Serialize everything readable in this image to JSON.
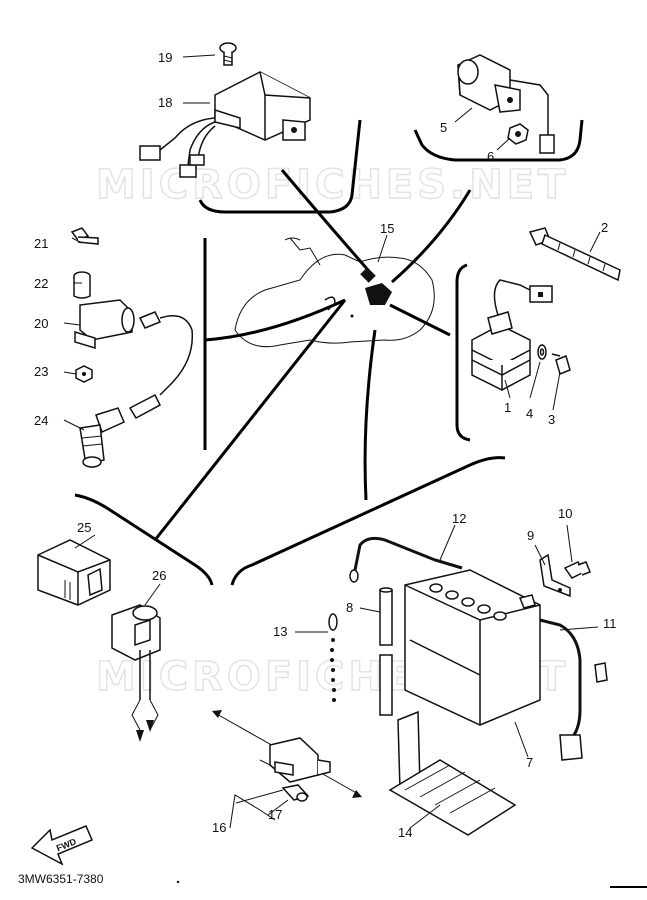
{
  "watermark": "MICROFICHES.NET",
  "diagram_code": "3MW6351-7380",
  "fwd_label": "FWD",
  "parts": [
    {
      "id": "1",
      "icon": "rectifier-regulator-icon"
    },
    {
      "id": "2",
      "icon": "cable-tie-icon"
    },
    {
      "id": "3",
      "icon": "bolt-icon"
    },
    {
      "id": "4",
      "icon": "washer-icon"
    },
    {
      "id": "5",
      "icon": "starter-relay-icon"
    },
    {
      "id": "6",
      "icon": "nut-icon"
    },
    {
      "id": "7",
      "icon": "battery-icon"
    },
    {
      "id": "8",
      "icon": "breather-pipe-icon"
    },
    {
      "id": "9",
      "icon": "bracket-icon"
    },
    {
      "id": "10",
      "icon": "screw-icon"
    },
    {
      "id": "11",
      "icon": "battery-cable-icon"
    },
    {
      "id": "12",
      "icon": "battery-lead-icon"
    },
    {
      "id": "13",
      "icon": "bead-chain-icon"
    },
    {
      "id": "14",
      "icon": "battery-band-icon"
    },
    {
      "id": "15",
      "icon": "motorcycle-frame-icon"
    },
    {
      "id": "16",
      "icon": "switch-icon"
    },
    {
      "id": "17",
      "icon": "grommet-icon"
    },
    {
      "id": "18",
      "icon": "cdi-unit-icon"
    },
    {
      "id": "19",
      "icon": "screw-icon"
    },
    {
      "id": "20",
      "icon": "ignition-coil-icon"
    },
    {
      "id": "21",
      "icon": "bolt-icon"
    },
    {
      "id": "22",
      "icon": "collar-icon"
    },
    {
      "id": "23",
      "icon": "nut-icon"
    },
    {
      "id": "24",
      "icon": "spark-plug-cap-icon"
    },
    {
      "id": "25",
      "icon": "relay-icon"
    },
    {
      "id": "26",
      "icon": "flasher-relay-icon"
    }
  ]
}
